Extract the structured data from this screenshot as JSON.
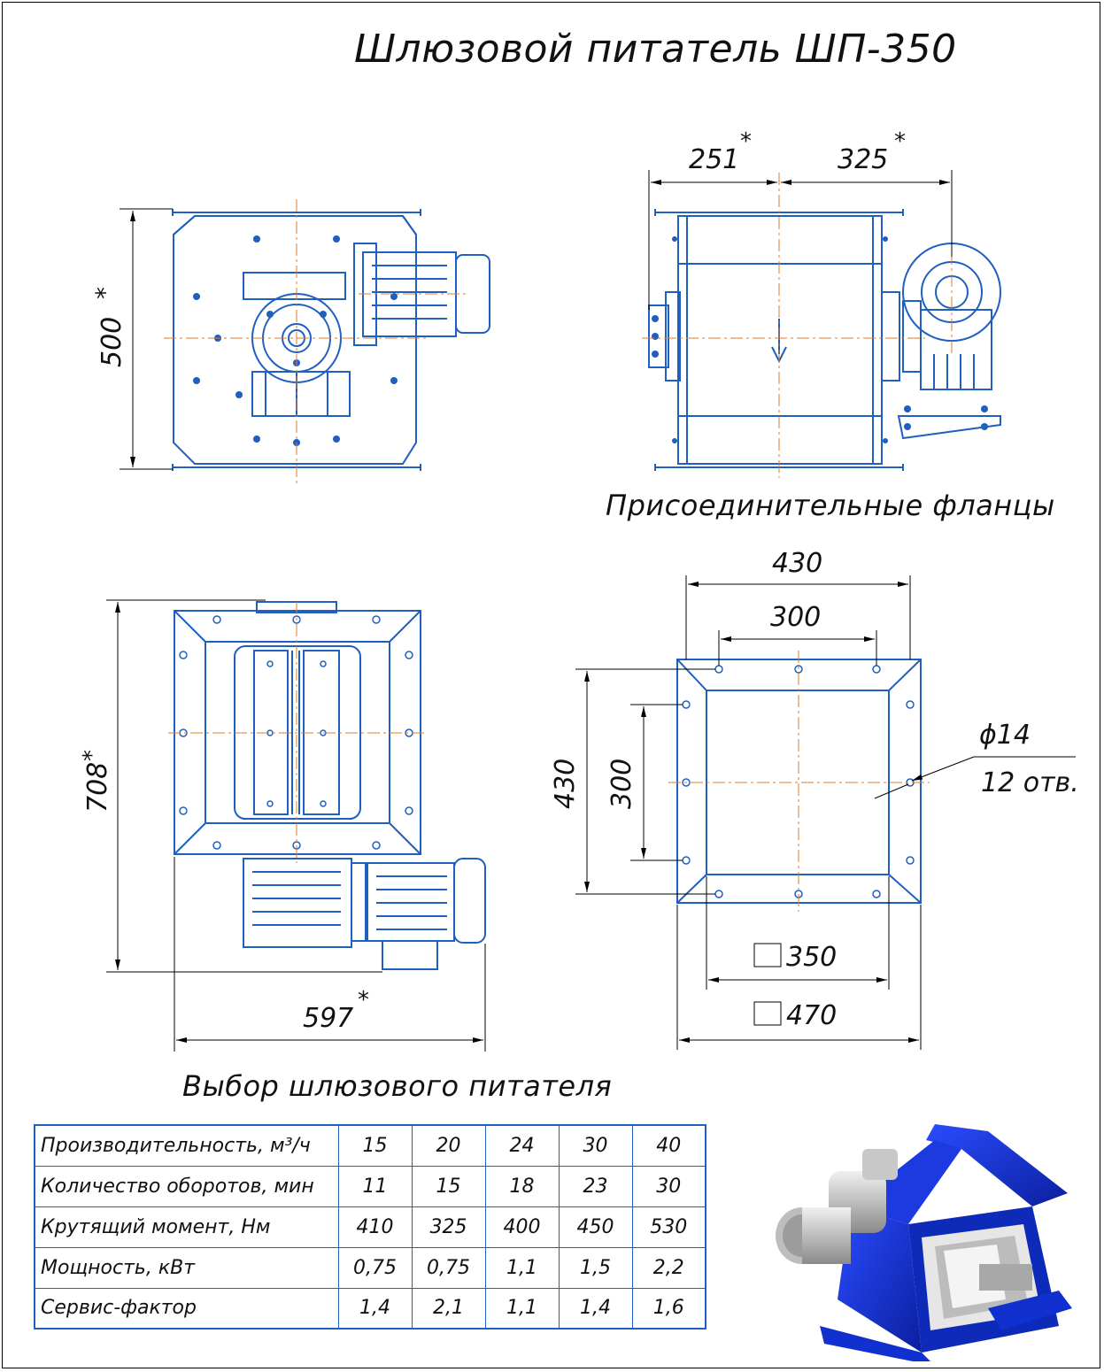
{
  "title": "Шлюзовой питатель ШП-350",
  "caption_flanges": "Присоединительные фланцы",
  "table_title": "Выбор шлюзового питателя",
  "colors": {
    "drawing": "#1f5fbf",
    "axis": "#e07a2a",
    "dimension": "#000000",
    "render_blue": "#1030d0"
  },
  "dims": {
    "front_height": "500",
    "side_left": "251",
    "side_right": "325",
    "plan_height": "708",
    "plan_width": "597",
    "star": "*",
    "flange_outer_w": "430",
    "flange_inner_w": "300",
    "flange_outer_h": "430",
    "flange_inner_h": "300",
    "hole_dia": "ϕ14",
    "hole_count": "12 отв.",
    "square_inner": "350",
    "square_outer": "470"
  },
  "table": {
    "rows": [
      {
        "label": "Производительность, м³/ч",
        "values": [
          "15",
          "20",
          "24",
          "30",
          "40"
        ]
      },
      {
        "label": "Количество оборотов, мин",
        "values": [
          "11",
          "15",
          "18",
          "23",
          "30"
        ]
      },
      {
        "label": "Крутящий момент, Нм",
        "values": [
          "410",
          "325",
          "400",
          "450",
          "530"
        ]
      },
      {
        "label": "Мощность, кВт",
        "values": [
          "0,75",
          "0,75",
          "1,1",
          "1,5",
          "2,2"
        ]
      },
      {
        "label": "Сервис-фактор",
        "values": [
          "1,4",
          "2,1",
          "1,1",
          "1,4",
          "1,6"
        ]
      }
    ]
  }
}
